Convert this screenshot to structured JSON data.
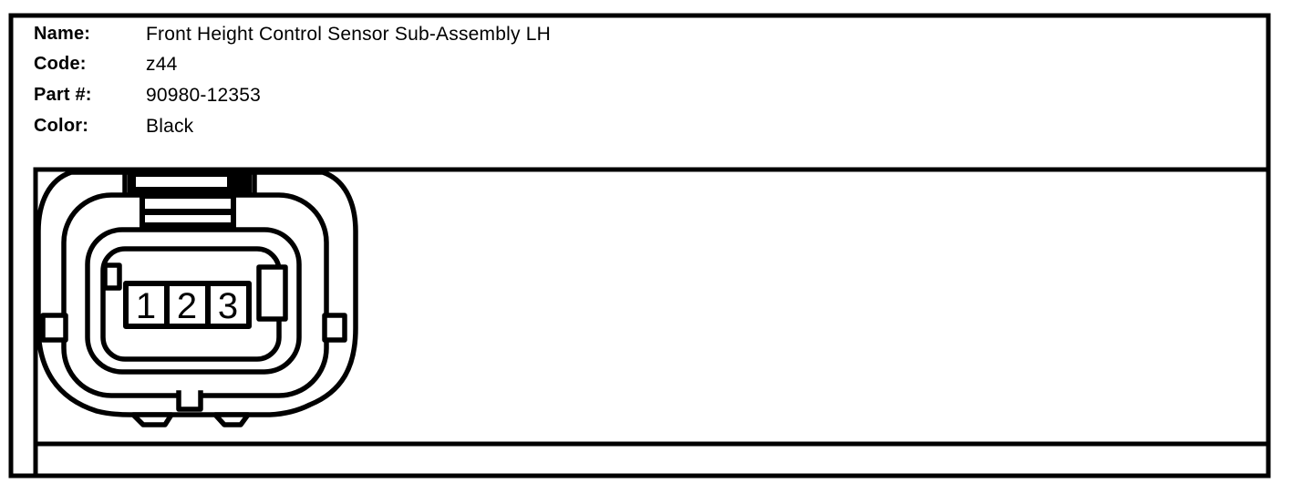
{
  "document": {
    "fields": [
      {
        "label": "Name:",
        "value": "Front Height Control Sensor Sub-Assembly LH"
      },
      {
        "label": "Code:",
        "value": "z44"
      },
      {
        "label": "Part #:",
        "value": "90980-12353"
      },
      {
        "label": "Color:",
        "value": "Black"
      }
    ]
  },
  "connector": {
    "type": "3-pin-connector-face-view",
    "pins": [
      "1",
      "2",
      "3"
    ],
    "line_color": "#000000",
    "background_color": "#ffffff"
  }
}
